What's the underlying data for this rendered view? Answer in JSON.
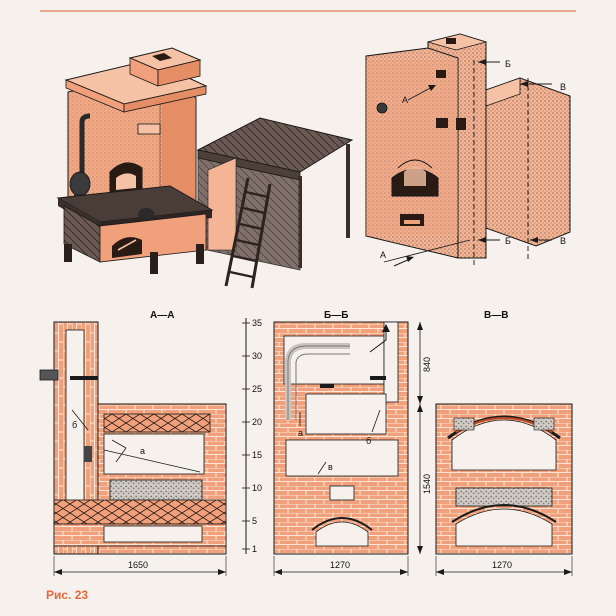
{
  "figure": {
    "caption": "Рис. 23",
    "sections": {
      "aa": "А—А",
      "bb": "Б—Б",
      "vv": "В—В"
    },
    "cut_labels": {
      "a_top": "А",
      "a_bottom": "А",
      "b_top": "Б",
      "b_bottom": "Б",
      "v_top": "В",
      "v_bottom": "В",
      "ptr_a": "А"
    },
    "callouts": {
      "b1": "б",
      "a1": "а",
      "a2": "а",
      "b2": "б",
      "v1": "в"
    },
    "scale_ticks": [
      "35",
      "30",
      "25",
      "20",
      "15",
      "10",
      "5",
      "1"
    ],
    "dimensions": {
      "width_aa": "1650",
      "width_bb": "1270",
      "width_vv": "1270",
      "height_upper": "840",
      "height_lower": "1540"
    }
  },
  "colors": {
    "brick": "#f0a07a",
    "brick_light": "#f6c2a5",
    "orange": "#e8663c",
    "line": "#1a1a1a",
    "wood": "#5a4a44",
    "paper": "#f6f1ec"
  }
}
